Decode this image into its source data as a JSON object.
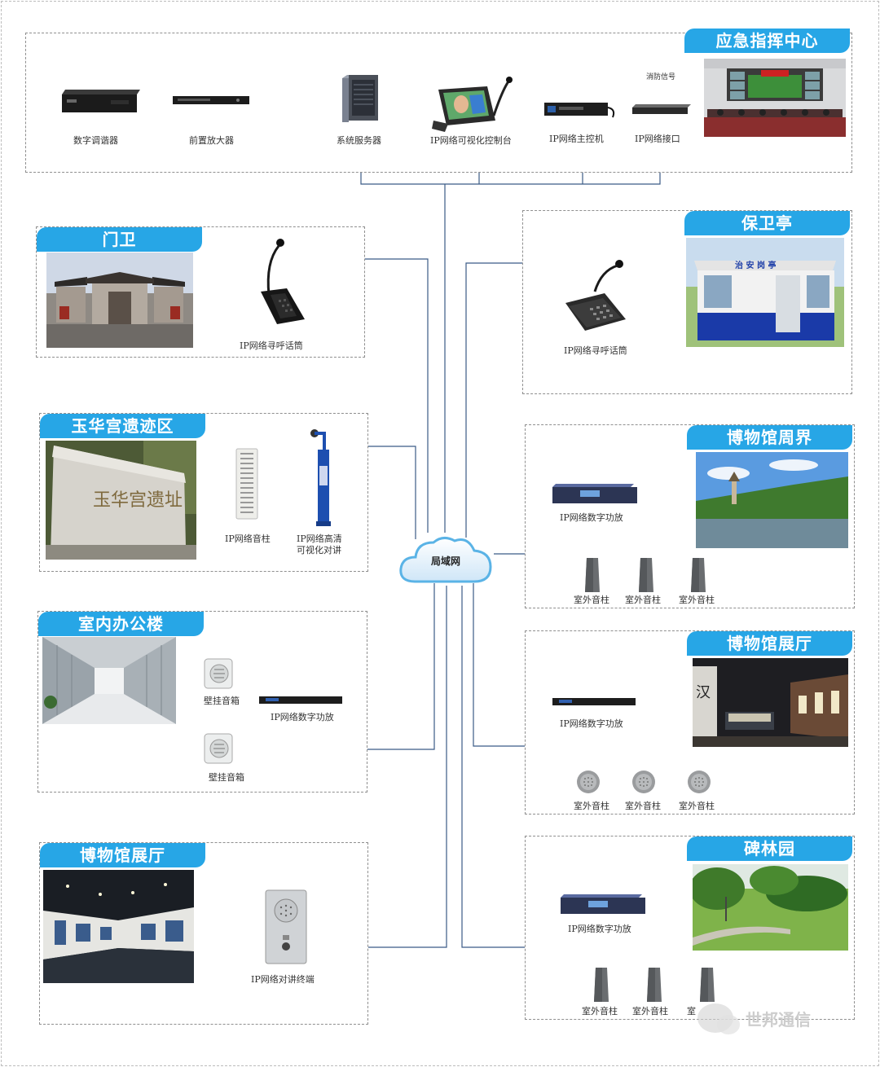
{
  "center": {
    "title": "应急指挥中心",
    "devices": [
      "数字调谐器",
      "前置放大器",
      "系统服务器",
      "IP网络可视化控制台",
      "IP网络主控机",
      "IP网络接口"
    ],
    "signal_label": "消防信号"
  },
  "network_label": "局域网",
  "left_panels": [
    {
      "title": "门卫",
      "devices": [
        "IP网络寻呼话筒"
      ]
    },
    {
      "title": "玉华宫遗迹区",
      "devices": [
        "IP网络音柱",
        "IP网络高清",
        "可视化对讲"
      ],
      "stone_text": "玉华宫遗址"
    },
    {
      "title": "室内办公楼",
      "devices": [
        "壁挂音箱",
        "IP网络数字功放",
        "壁挂音箱"
      ]
    },
    {
      "title": "博物馆展厅",
      "devices": [
        "IP网络对讲终端"
      ]
    }
  ],
  "right_panels": [
    {
      "title": "保卫亭",
      "devices": [
        "IP网络寻呼话筒"
      ],
      "sign_text": "治 安 岗 亭"
    },
    {
      "title": "博物馆周界",
      "devices": [
        "IP网络数字功放",
        "室外音柱",
        "室外音柱",
        "室外音柱"
      ]
    },
    {
      "title": "博物馆展厅",
      "devices": [
        "IP网络数字功放",
        "室外音柱",
        "室外音柱",
        "室外音柱"
      ],
      "wall_text": "汉"
    },
    {
      "title": "碑林园",
      "devices": [
        "IP网络数字功放",
        "室外音柱",
        "室外音柱",
        "室"
      ]
    }
  ],
  "watermark": "世邦通信",
  "colors": {
    "tag": "#27a6e6",
    "line": "#3b5b86",
    "arrow": "#1ea3a0",
    "cloud": "#5ab3e6"
  }
}
